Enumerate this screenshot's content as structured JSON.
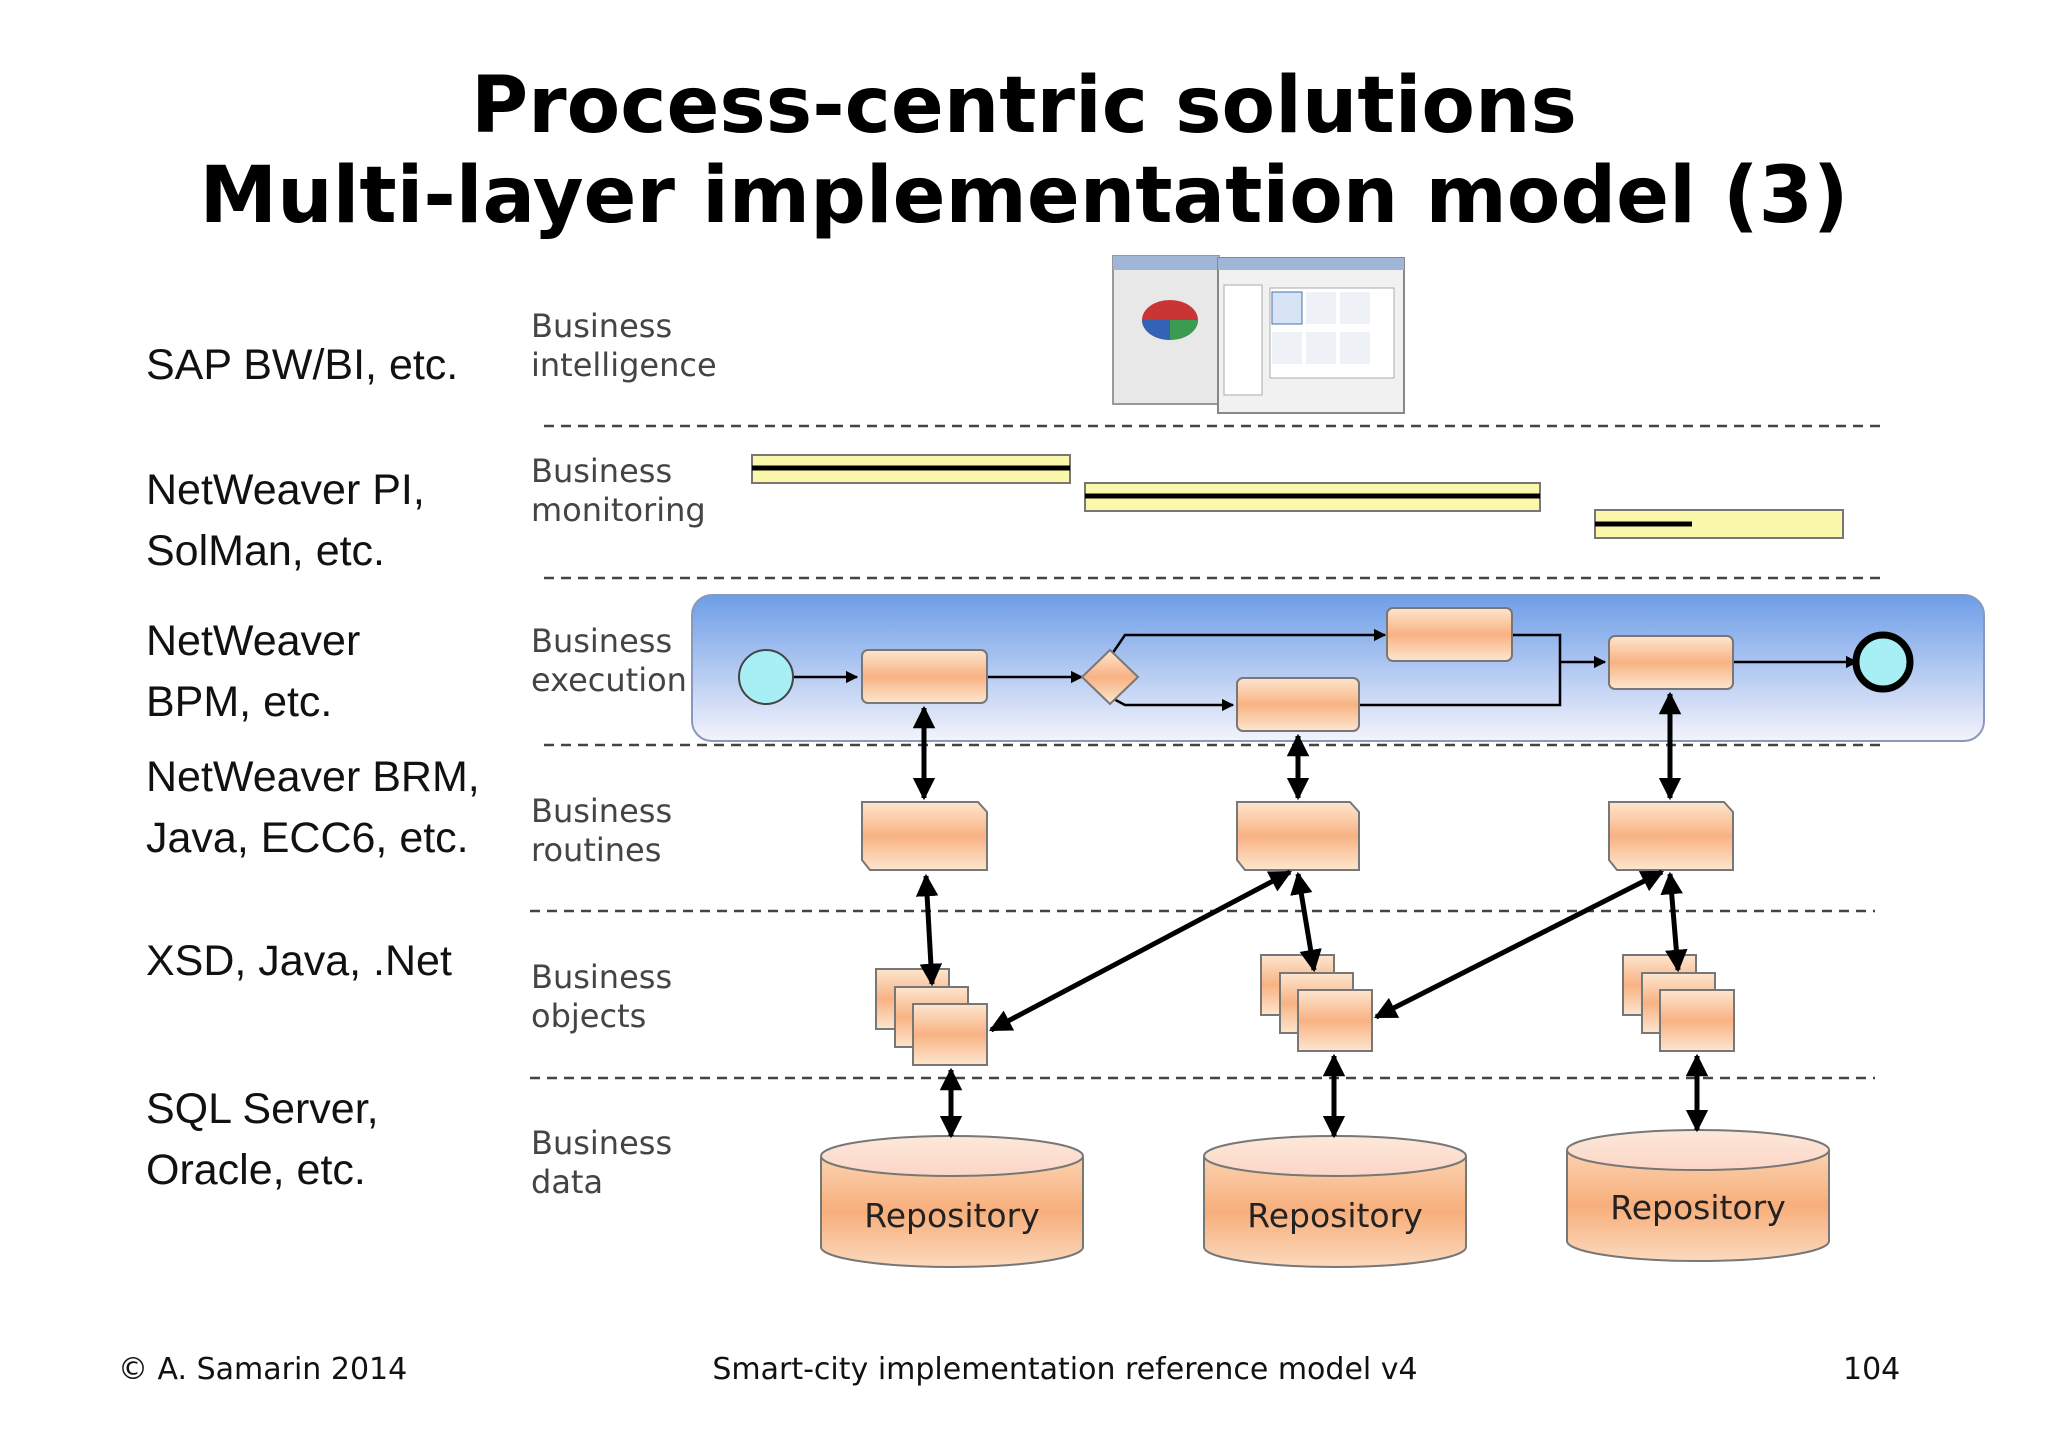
{
  "title": {
    "line1": "Process-centric solutions",
    "line2": "Multi-layer implementation model (3)"
  },
  "technologies": [
    {
      "lines": [
        "SAP BW/BI, etc."
      ]
    },
    {
      "lines": [
        "NetWeaver PI,",
        "SolMan, etc."
      ]
    },
    {
      "lines": [
        "NetWeaver",
        "BPM, etc."
      ]
    },
    {
      "lines": [
        "NetWeaver BRM,",
        "Java, ECC6, etc."
      ]
    },
    {
      "lines": [
        "XSD, Java, .Net"
      ]
    },
    {
      "lines": [
        "SQL Server,",
        "Oracle,  etc."
      ]
    }
  ],
  "layers": [
    {
      "line1": "Business",
      "line2": "intelligence"
    },
    {
      "line1": "Business",
      "line2": "monitoring"
    },
    {
      "line1": "Business",
      "line2": "execution"
    },
    {
      "line1": "Business",
      "line2": "routines"
    },
    {
      "line1": "Business",
      "line2": "objects"
    },
    {
      "line1": "Business",
      "line2": "data"
    }
  ],
  "repositories": [
    "Repository",
    "Repository",
    "Repository"
  ],
  "footer": {
    "copyright": "© A. Samarin 2014",
    "center": "Smart-city implementation reference model v4",
    "page": "104"
  },
  "colors": {
    "box_fill_top": "#fde2c8",
    "box_fill_mid": "#f9b98a",
    "monitor_bar": "#fbf7ab",
    "execution_band_top": "#6f9ee6",
    "execution_band_bottom": "#f2f1fb",
    "event_circle": "#a8eef5"
  }
}
